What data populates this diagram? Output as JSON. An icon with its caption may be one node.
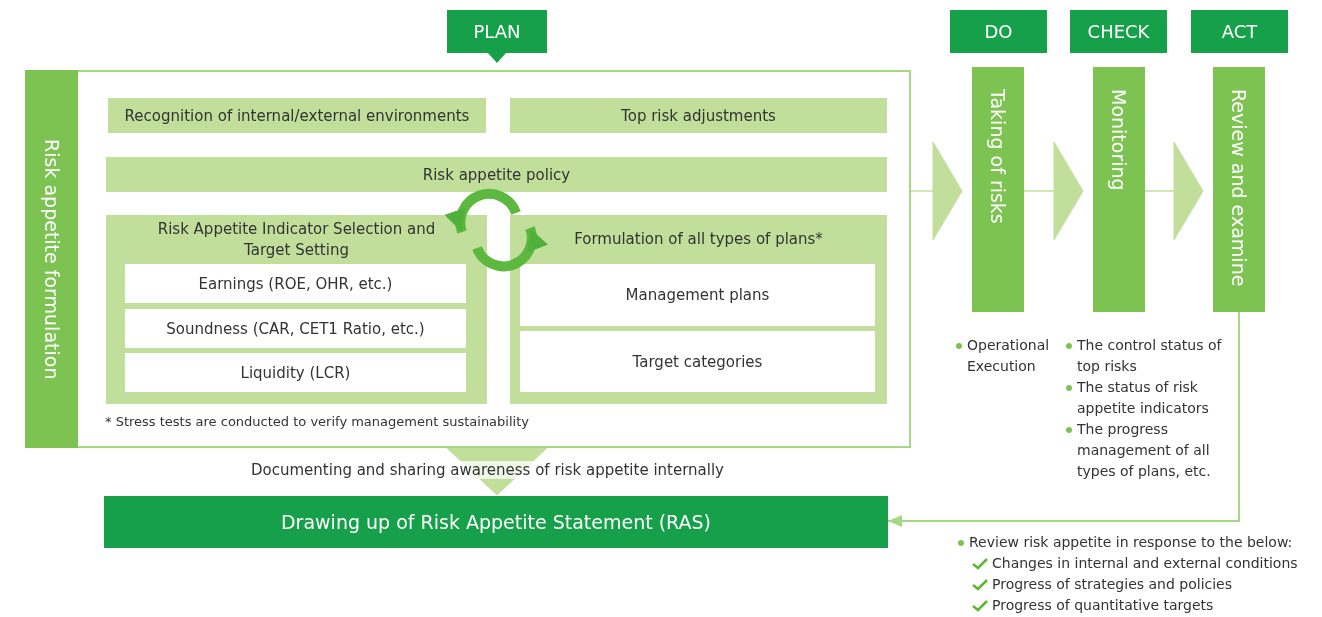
{
  "diagram": {
    "nodes": [
      {
        "text": [
          "PLAN"
        ]
      },
      {
        "text": [
          "DO"
        ]
      },
      {
        "text": [
          "CHECK"
        ]
      },
      {
        "text": [
          "ACT"
        ]
      },
      {
        "text": [
          "Risk appetite formulation",
          "* Stress tests are conducted to verify management sustainability"
        ]
      },
      {
        "text": [
          "Recognition of internal/external environments"
        ],
        "in": 4
      },
      {
        "text": [
          "Top risk adjustments"
        ],
        "in": 4
      },
      {
        "text": [
          "Risk appetite policy"
        ],
        "in": 4
      },
      {
        "text": [
          "Risk Appetite Indicator Selection and Target Setting"
        ],
        "in": 4
      },
      {
        "text": [
          "Earnings (ROE, OHR, etc.)"
        ],
        "in": 8
      },
      {
        "text": [
          "Soundness (CAR, CET1 Ratio, etc.)"
        ],
        "in": 8
      },
      {
        "text": [
          "Liquidity (LCR)"
        ],
        "in": 8
      },
      {
        "text": [
          "Formulation of all types of plans*"
        ],
        "in": 4
      },
      {
        "text": [
          "Management plans"
        ],
        "in": 12
      },
      {
        "text": [
          "Target categories"
        ],
        "in": 12
      },
      {
        "text": [
          "Taking of risks"
        ],
        "beside": [
          "Operational Execution"
        ]
      },
      {
        "text": [
          "Monitoring"
        ],
        "beside": [
          "The control status of top risks",
          "The status of risk appetite indicators",
          "The progress management of all types of plans, etc."
        ]
      },
      {
        "text": [
          "Review and examine"
        ]
      },
      {
        "text": [
          "Drawing up of Risk Appetite Statement (RAS)"
        ]
      }
    ],
    "edges": [
      {
        "from": 4,
        "to": 15,
        "arrow": "to"
      },
      {
        "from": 15,
        "to": 16,
        "arrow": "to"
      },
      {
        "from": 16,
        "to": 17,
        "arrow": "to"
      },
      {
        "from": 17,
        "to": 18,
        "arrow": "to"
      },
      {
        "from": 4,
        "to": 18,
        "arrow": "to",
        "label": "Documenting and sharing awareness of risk appetite internally"
      },
      {
        "from": 12,
        "to": 8,
        "arrow": "to"
      },
      {
        "from": 8,
        "to": 12,
        "arrow": "to"
      }
    ],
    "labels": [
      "Review risk appetite in response to the below:",
      "Changes in internal and external conditions",
      "Progress of strategies and policies",
      "Progress of quantitative targets"
    ]
  }
}
